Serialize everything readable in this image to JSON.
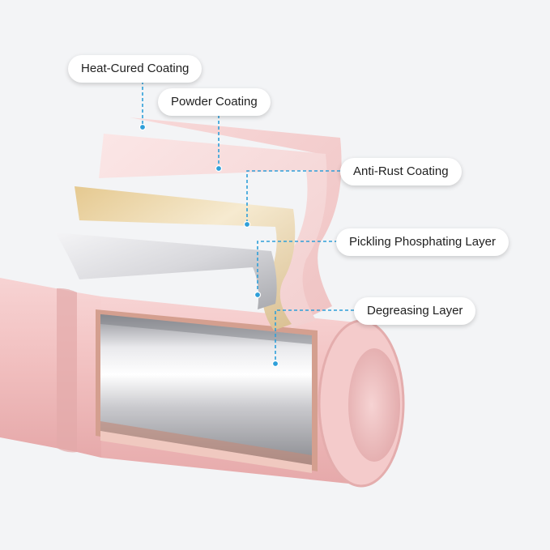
{
  "labels": {
    "heat_cured": "Heat-Cured Coating",
    "powder": "Powder Coating",
    "anti_rust": "Anti-Rust Coating",
    "pickling": "Pickling Phosphating Layer",
    "degreasing": "Degreasing Layer"
  },
  "colors": {
    "background": "#f3f4f6",
    "leader_line": "#2e9fd9",
    "pipe_pink": "#f2c4c4",
    "core_silver": "#d9d9dc",
    "gold_layer": "#e8d3a8"
  }
}
